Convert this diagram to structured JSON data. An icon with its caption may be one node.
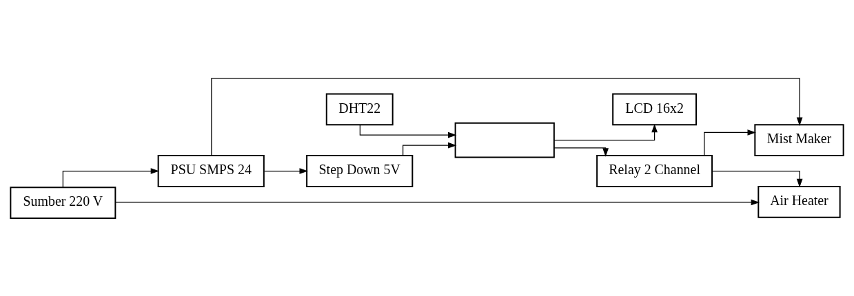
{
  "diagram": {
    "nodes": [
      {
        "text": [
          "Sumber 220 V"
        ]
      },
      {
        "text": [
          "PSU SMPS 24"
        ]
      },
      {
        "text": [
          "Step Down 5V"
        ]
      },
      {
        "text": [
          "DHT22"
        ]
      },
      {
        "text": [],
        "shape": "box"
      },
      {
        "text": [
          "LCD 16x2"
        ]
      },
      {
        "text": [
          "Relay 2 Channel"
        ]
      },
      {
        "text": [
          "Mist Maker"
        ]
      },
      {
        "text": [
          "Air Heater"
        ]
      }
    ],
    "edges": [
      {
        "from": 0,
        "to": 1,
        "arrow": "to"
      },
      {
        "from": 1,
        "to": 2,
        "arrow": "to"
      },
      {
        "from": 1,
        "to": 7,
        "arrow": "to"
      },
      {
        "from": 3,
        "to": 4,
        "arrow": "to"
      },
      {
        "from": 2,
        "to": 4,
        "arrow": "to"
      },
      {
        "from": 4,
        "to": 5,
        "arrow": "to"
      },
      {
        "from": 4,
        "to": 6,
        "arrow": "to"
      },
      {
        "from": 6,
        "to": 7,
        "arrow": "to"
      },
      {
        "from": 6,
        "to": 8,
        "arrow": "to"
      },
      {
        "from": 0,
        "to": 8,
        "arrow": "to"
      }
    ]
  }
}
